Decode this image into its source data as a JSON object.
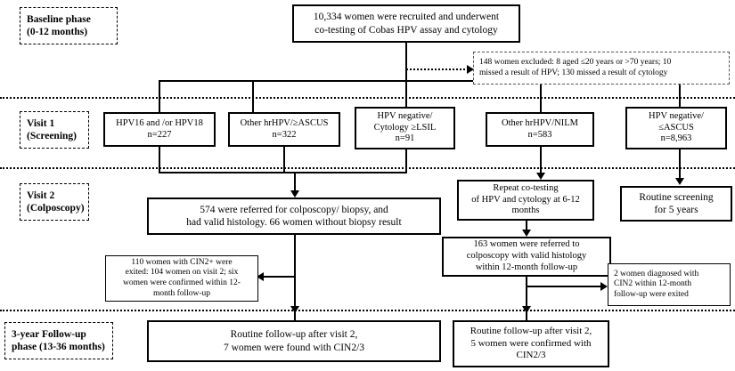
{
  "figure": {
    "type": "flowchart",
    "title": "Study flow of HPV co-testing screening cohort"
  },
  "phases": [
    {
      "id": "baseline",
      "line1": "Baseline phase",
      "line2": "(0-12 months)"
    },
    {
      "id": "visit1",
      "line1": "Visit 1",
      "line2": "(Screening)"
    },
    {
      "id": "visit2",
      "line1": "Visit 2",
      "line2": "(Colposcopy)"
    },
    {
      "id": "followup",
      "line1": "3-year Follow-up",
      "line2": "phase (13-36 months)"
    }
  ],
  "nodes": {
    "recruited": {
      "line1": "10,334 women were recruited and underwent",
      "line2": "co-testing of Cobas HPV assay and cytology"
    },
    "excluded": {
      "line1": "148 women excluded:   8 aged ≤20 years or >70 years; 10",
      "line2": "missed a result of HPV;  130 missed a result of cytology"
    },
    "arm_hpv1618": {
      "line1": "HPV16 and /or HPV18",
      "line2": "n=227"
    },
    "arm_other_ascus": {
      "line1": "Other hrHPV/≥ASCUS",
      "line2": "n=322"
    },
    "arm_hpvneg_lsil": {
      "line1": "HPV negative/",
      "line2": "Cytology ≥LSIL",
      "line3": "n=91"
    },
    "arm_other_nilm": {
      "line1": "Other hrHPV/NILM",
      "line2": "n=583"
    },
    "arm_hpvneg_ascus": {
      "line1": "HPV negative/",
      "line2": "≤ASCUS",
      "line3": "n=8,963"
    },
    "referred_574": {
      "line1": "574 were referred for colposcopy/ biopsy, and",
      "line2": "had valid histology. 66 women without biopsy result"
    },
    "repeat_cotesting": {
      "line1": "Repeat co-testing",
      "line2": "of HPV and cytology at 6-12",
      "line3": "months"
    },
    "routine_screening": {
      "line1": "Routine screening",
      "line2": "for 5 years"
    },
    "exited_110": {
      "line1": "110 women with CIN2+ were",
      "line2": "exited: 104 women on visit 2; six",
      "line3": "women were confirmed within 12-",
      "line4": "month follow-up"
    },
    "referred_163": {
      "line1": "163 women were referred to",
      "line2": "colposcopy with valid histology",
      "line3": "within 12-month follow-up"
    },
    "exited_2": {
      "line1": "2 women diagnosed with",
      "line2": "CIN2 within 12-month",
      "line3": "follow-up  were exited"
    },
    "followup_left": {
      "line1": "Routine follow-up after visit 2,",
      "line2": "7 women were found with CIN2/3"
    },
    "followup_right": {
      "line1": "Routine follow-up after visit 2,",
      "line2": "5 women were confirmed with",
      "line3": "CIN2/3"
    }
  },
  "colors": {
    "stroke": "#000000",
    "background": "#ffffff",
    "note_stroke": "#555555"
  }
}
